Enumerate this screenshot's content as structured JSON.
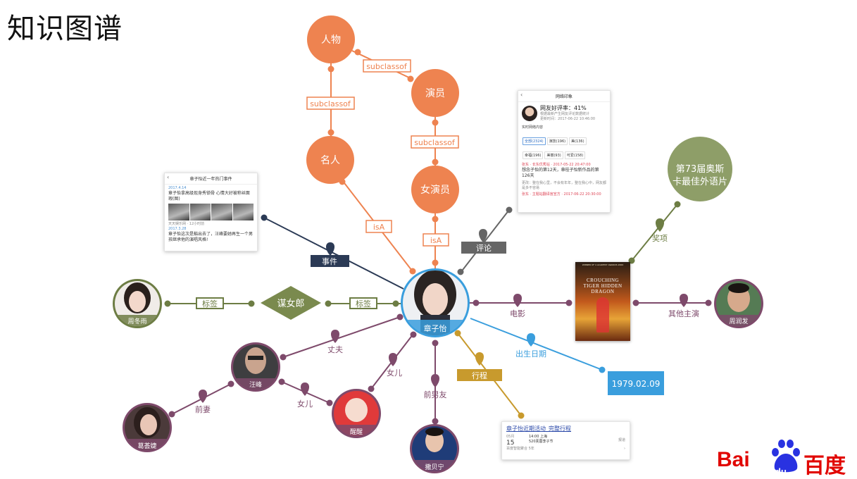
{
  "page": {
    "title": "知识图谱"
  },
  "colors": {
    "orange": "#ee8350",
    "navy": "#2b3a55",
    "gray": "#666666",
    "green": "#6d7d44",
    "greenBox": "#7a8a4e",
    "purple": "#7e4a6b",
    "blue": "#3a9edd",
    "gold": "#c89a2d",
    "oscarGreen": "#8e9e68"
  },
  "center": {
    "label": "章子怡"
  },
  "nodes": {
    "person": "人物",
    "actor": "演员",
    "celebrity": "名人",
    "actress": "女演员",
    "oscar": "第73届奥斯卡最佳外语片",
    "tag_node": "谋女郎",
    "birth_value": "1979.02.09"
  },
  "relations": {
    "subclassof1": "subclassof",
    "subclassof2": "subclassof",
    "subclassof3": "subclassof",
    "isA1": "isA",
    "isA2": "isA",
    "event": "事件",
    "review": "评论",
    "award": "奖项",
    "movie": "电影",
    "other_lead": "其他主演",
    "tag1": "标签",
    "tag2": "标签",
    "husband": "丈夫",
    "daughter1": "女儿",
    "daughter2": "女儿",
    "ex_wife": "前妻",
    "ex_boyfriend": "前男友",
    "birth": "出生日期",
    "itinerary": "行程"
  },
  "people": {
    "zhou_dongyu": "周冬雨",
    "wang_feng": "汪峰",
    "ge_huijie": "葛荟婕",
    "xingxing": "醒醒",
    "sa_beining": "撒贝宁",
    "chow_yunfat": "周润发"
  },
  "event_card": {
    "header": "章子怡近一年热门事件",
    "e1_date": "2017.4.14",
    "e1_title": "章子怡拿高级现身秀锁骨 心情大好被称丝面瑕(图)",
    "e1_source": "天天娱乐网 · 12小时前",
    "e2_date": "2017.3.28",
    "e2_title": "章子怡这次是豁出去了，汪峰要她再生一个男孩继承他的演唱风格!"
  },
  "review_card": {
    "header": "网络印象",
    "rating": "网友好评率：41%",
    "line1": "根据最新产生网友评论数据统计",
    "line2": "更新时间：2017-06-22 10:46:00",
    "section": "实时网络内容",
    "chips": [
      "全部(2324)",
      "演技(196)",
      "美(136)",
      "幸福(196)",
      "美丽(93)",
      "可爱(158)"
    ],
    "p1_meta": "张东 · 长东优秀站 · 2017-05-22 20:47:00",
    "p1_text": "想念子怡的第12天，章桂子怡新作品的第126天",
    "p2_meta": "张东 · 主题站翻译宫宣方 · 2017-06-22 20:30:00",
    "p2_text": "更改：整在我心里，不会有年年，整在我心中，网友都是多不容易"
  },
  "itinerary_card": {
    "title": "章子怡近期活动_完整行程",
    "month": "05月",
    "day": "15",
    "time_place": "14:00 上海",
    "event": "520芙蓉李子节",
    "status": "报道",
    "footer": "百度智能聚合 5年"
  },
  "poster": {
    "top": "WINNER OF 4 ACADEMY AWARDS 2000",
    "title": "CROUCHING TIGER HIDDEN DRAGON"
  },
  "logo": {
    "bai": "Bai",
    "du": "du",
    "baidu": "百度"
  }
}
